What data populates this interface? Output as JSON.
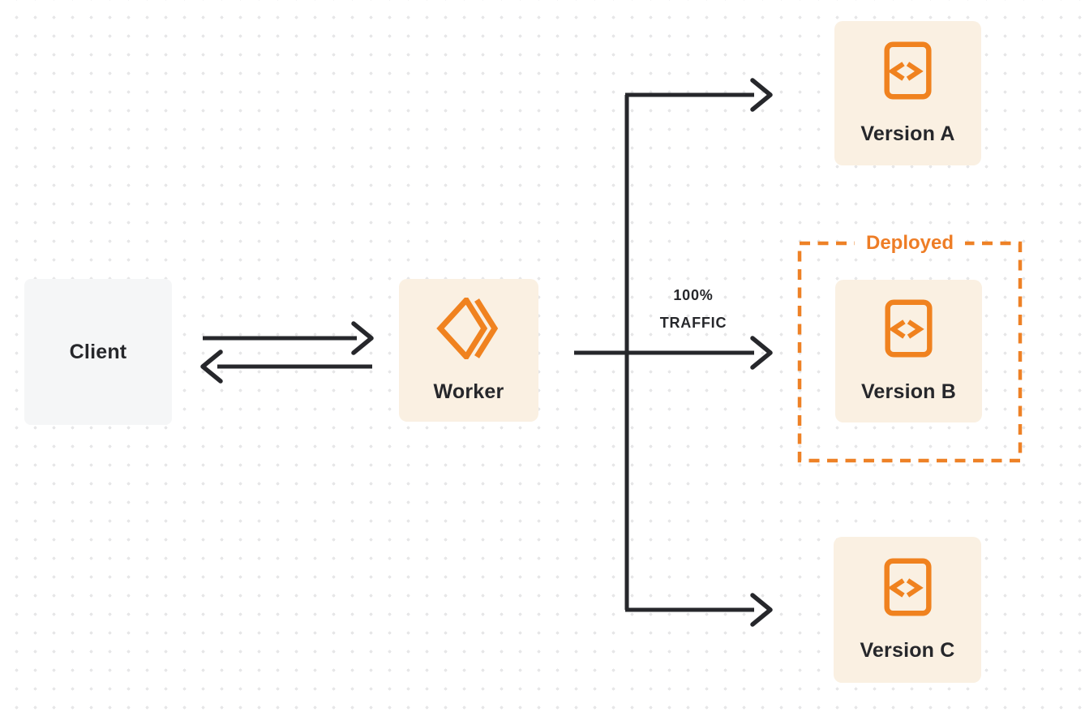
{
  "diagram": {
    "colors": {
      "accent_orange": "#F0821F",
      "dashed_border_orange": "#EE8126",
      "node_cream": "#FAF0E2",
      "node_gray": "#F5F6F7",
      "ink": "#26272B",
      "dot_grid": "#E7E7E8",
      "background": "#FFFFFF"
    },
    "nodes": {
      "client": {
        "label": "Client"
      },
      "worker": {
        "label": "Worker",
        "icon": "cloudflare-workers-icon"
      },
      "version_a": {
        "label": "Version A",
        "icon": "code-file-icon"
      },
      "version_b": {
        "label": "Version B",
        "icon": "code-file-icon"
      },
      "version_c": {
        "label": "Version C",
        "icon": "code-file-icon"
      }
    },
    "groups": {
      "deployed": {
        "label": "Deployed"
      }
    },
    "edges": {
      "client_worker": {
        "style": "double-arrow"
      },
      "traffic": {
        "label_line1": "100%",
        "label_line2": "TRAFFIC"
      }
    }
  }
}
